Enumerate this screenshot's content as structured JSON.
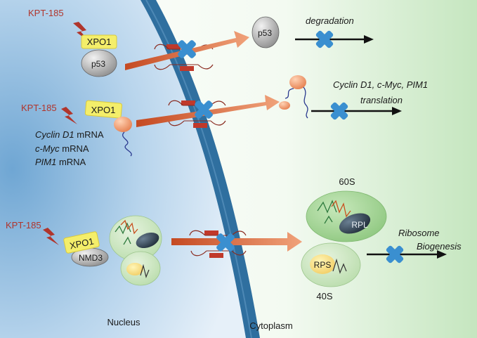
{
  "drug": "KPT-185",
  "exporter": "XPO1",
  "row1": {
    "cargo": "p53",
    "cargo_out": "p53",
    "outcome": "degradation"
  },
  "row2": {
    "mrna_lines": [
      {
        "gene": "Cyclin D1",
        "suffix": " mRNA"
      },
      {
        "gene": "c-Myc",
        "suffix": " mRNA"
      },
      {
        "gene": "PIM1",
        "suffix": " mRNA"
      }
    ],
    "outcome_line1": "Cyclin D1, c-Myc, PIM1",
    "outcome_line2": "translation"
  },
  "row3": {
    "adaptor": "NMD3",
    "large_subunit": "60S",
    "small_subunit": "40S",
    "rpl": "RPL",
    "rps": "RPS",
    "outcome_line1": "Ribosome",
    "outcome_line2": "Biogenesis"
  },
  "compartments": {
    "nucleus": "Nucleus",
    "cytoplasm": "Cytoplasm"
  },
  "colors": {
    "nucleus": "#7fb2d8",
    "membrane": "#2f6f9f",
    "cytoplasm": "#c9e7c5",
    "xpo1": "#f4ee6a",
    "arrow": "#e07a4a",
    "block": "#3a8fd0",
    "drug_text": "#b0352c",
    "ribosome": "#a7d69a"
  },
  "icons": [
    "lightning-bolt-icon",
    "block-x-icon"
  ]
}
